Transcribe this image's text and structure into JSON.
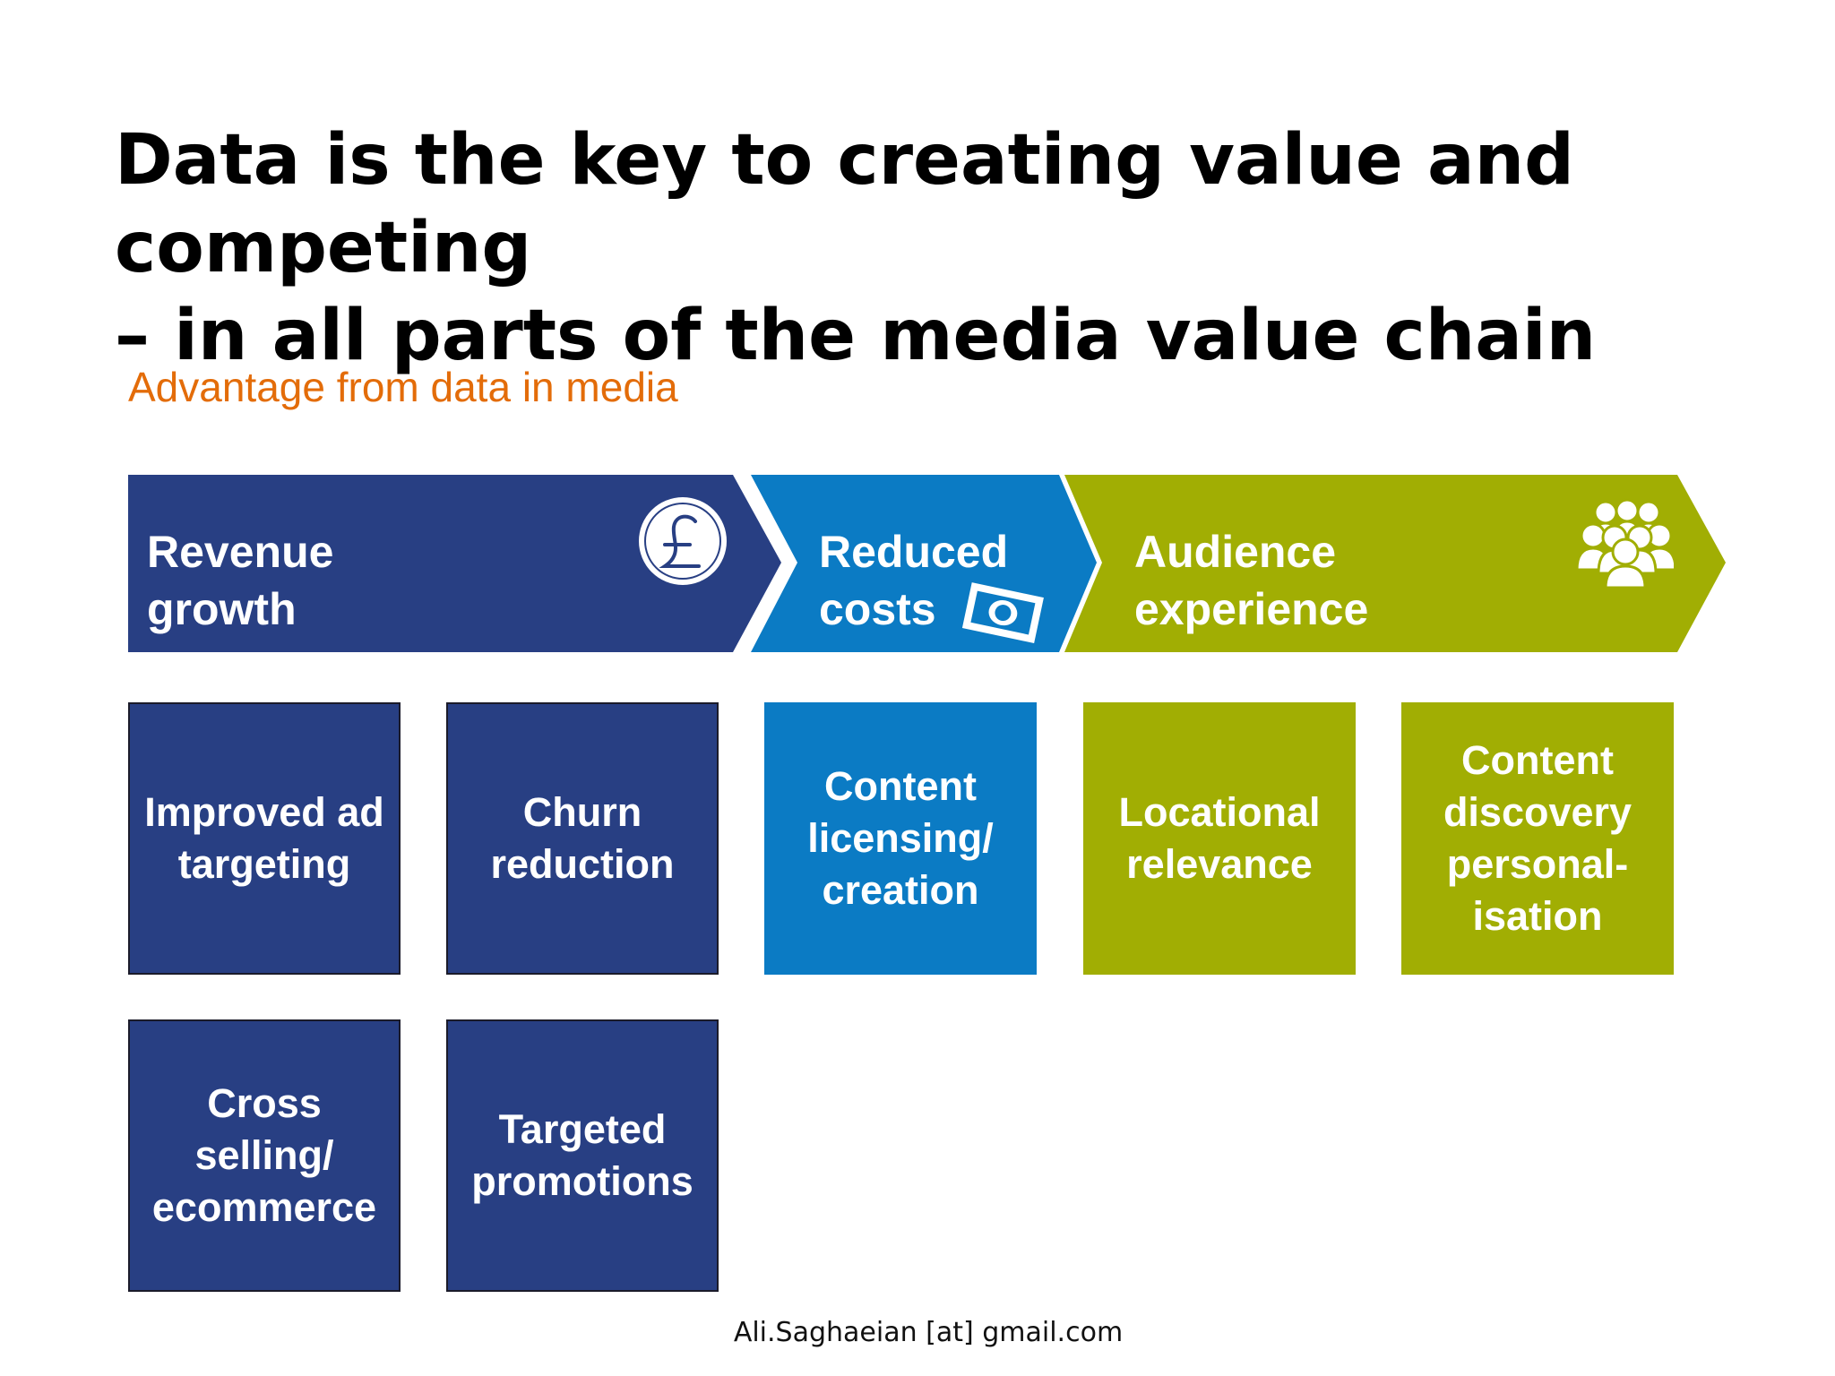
{
  "slide": {
    "title": "Data is the key to creating value and competing\n– in all parts of the media value chain",
    "subtitle": "Advantage from data in media",
    "footer": "Ali.Saghaeian [at] gmail.com"
  },
  "colors": {
    "navy": "#283f83",
    "blue": "#0b7bc4",
    "green": "#a1ae03",
    "subtitle": "#e36c09"
  },
  "chain": [
    {
      "label": "Revenue\ngrowth",
      "color": "navy",
      "icon": "pound-coin-icon"
    },
    {
      "label": "Reduced\ncosts",
      "color": "blue",
      "icon": "banknote-icon"
    },
    {
      "label": "Audience\nexperience",
      "color": "green",
      "icon": "people-group-icon"
    }
  ],
  "boxes": [
    {
      "label": "Improved ad\ntargeting",
      "color": "navy"
    },
    {
      "label": "Churn\nreduction",
      "color": "navy"
    },
    {
      "label": "Content\nlicensing/\ncreation",
      "color": "blue"
    },
    {
      "label": "Locational\nrelevance",
      "color": "green"
    },
    {
      "label": "Content\ndiscovery\npersonal-\nisation",
      "color": "green"
    },
    {
      "label": "Cross\nselling/\necommerce",
      "color": "navy"
    },
    {
      "label": "Targeted\npromotions",
      "color": "navy"
    }
  ]
}
